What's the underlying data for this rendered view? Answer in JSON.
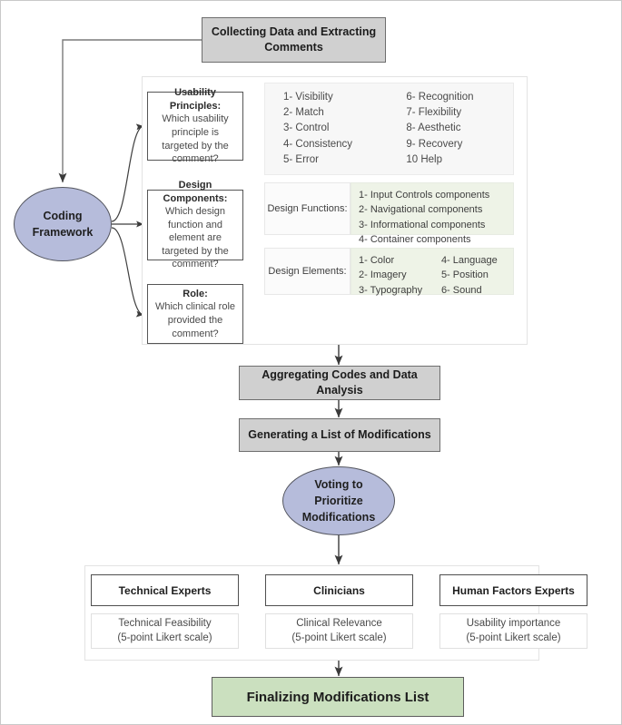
{
  "diagram": {
    "title": "Usability coding framework and modification prioritization flowchart",
    "colors": {
      "process_fill": "#d0d0d0",
      "ellipse_fill": "#b6bcdb",
      "final_fill": "#cbe0bf",
      "green_list_fill": "#eef3e7",
      "border_dark": "#565656"
    }
  },
  "nodes": {
    "collecting": {
      "label": "Collecting Data and Extracting Comments"
    },
    "coding_framework": {
      "label": "Coding\nFramework",
      "line1": "Coding",
      "line2": "Framework"
    },
    "usability": {
      "heading": "Usability Principles:",
      "question": "Which usability principle is targeted by the comment?"
    },
    "design_components": {
      "heading": "Design Components:",
      "question": "Which design function and element are targeted by the comment?"
    },
    "role": {
      "heading": "Role:",
      "question": "Which clinical role provided the comment?"
    },
    "aggregating": {
      "label": "Aggregating Codes and Data Analysis"
    },
    "generating": {
      "label": "Generating a List of Modifications"
    },
    "voting": {
      "label": "Voting to Prioritize Modifications",
      "line1": "Voting to",
      "line2": "Prioritize",
      "line3": "Modifications"
    },
    "finalizing": {
      "label": "Finalizing Modifications List"
    }
  },
  "usability_principles": {
    "column_left": [
      "1- Visibility",
      "2- Match",
      "3- Control",
      "4- Consistency",
      "5- Error"
    ],
    "column_right": [
      "6- Recognition",
      "7- Flexibility",
      "8- Aesthetic",
      "9- Recovery",
      "10 Help"
    ]
  },
  "design_functions": {
    "label": "Design Functions:",
    "items": [
      "1- Input Controls components",
      "2- Navigational components",
      "3- Informational components",
      "4- Container components"
    ]
  },
  "design_elements": {
    "label": "Design Elements:",
    "column_left": [
      "1- Color",
      "2- Imagery",
      "3- Typography"
    ],
    "column_right": [
      "4- Language",
      "5- Position",
      "6- Sound"
    ]
  },
  "experts": [
    {
      "title": "Technical Experts",
      "criterion": "Technical Feasibility",
      "scale": "(5-point Likert scale)"
    },
    {
      "title": "Clinicians",
      "criterion": "Clinical Relevance",
      "scale": "(5-point Likert scale)"
    },
    {
      "title": "Human Factors Experts",
      "criterion": "Usability importance",
      "scale": "(5-point Likert scale)"
    }
  ]
}
